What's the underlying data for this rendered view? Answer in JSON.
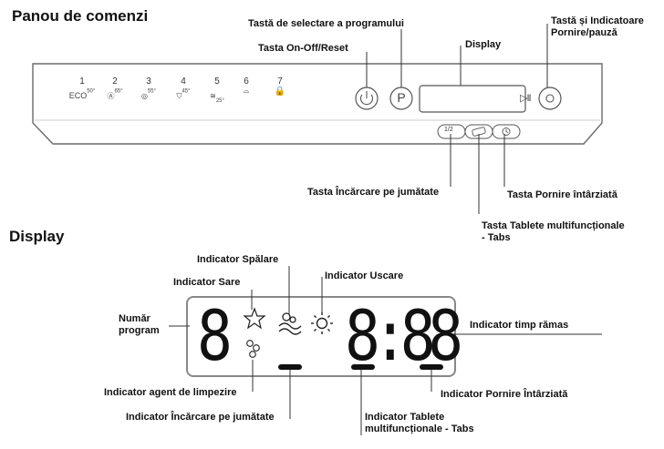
{
  "panel": {
    "title": "Panou de comenzi",
    "programs": [
      {
        "num": "1",
        "text": "ECO",
        "temp": "50°"
      },
      {
        "num": "2",
        "text": "Ⓐ",
        "temp": "65°"
      },
      {
        "num": "3",
        "text": "◎",
        "temp": "55°"
      },
      {
        "num": "4",
        "text": "⛉",
        "temp": "45°"
      },
      {
        "num": "5",
        "text": "≋",
        "temp": "25°"
      },
      {
        "num": "6",
        "text": "⌓",
        "temp": ""
      },
      {
        "num": "7",
        "text": "🔒",
        "temp": ""
      }
    ],
    "buttons": {
      "onoff_symbol": "⏻",
      "prog_symbol": "P",
      "start_symbol": "▷II",
      "half_label": "1/2"
    },
    "callouts": {
      "select_program": "Tastă de selectare a programului",
      "onoff": "Tasta On-Off/Reset",
      "display": "Display",
      "start_line1": "Tastă și Indicatoare",
      "start_line2": "Pornire/pauză",
      "half_load": "Tasta Încărcare pe jumătate",
      "delay_start": "Tasta Pornire întârziată",
      "tabs_line1": "Tasta Tablete multifuncționale",
      "tabs_line2": "- Tabs"
    }
  },
  "display": {
    "title": "Display",
    "digit_program": "8",
    "time_text": "8:88",
    "callouts": {
      "program_number_line1": "Număr",
      "program_number_line2": "program",
      "salt": "Indicator Sare",
      "wash": "Indicator Spălare",
      "dry": "Indicator Uscare",
      "time_remaining": "Indicator timp rămas",
      "rinse_aid": "Indicator agent de limpezire",
      "half_load": "Indicator Încărcare pe jumătate",
      "delay_start": "Indicator Pornire Întârziată",
      "tabs_line1": "Indicator Tablete",
      "tabs_line2": "multifuncționale - Tabs"
    }
  },
  "colors": {
    "line": "#333333",
    "panel_border": "#6a6a6a",
    "lcd_border": "#888888",
    "segment": "#111111",
    "program7_accent": "#2a6fd6"
  }
}
